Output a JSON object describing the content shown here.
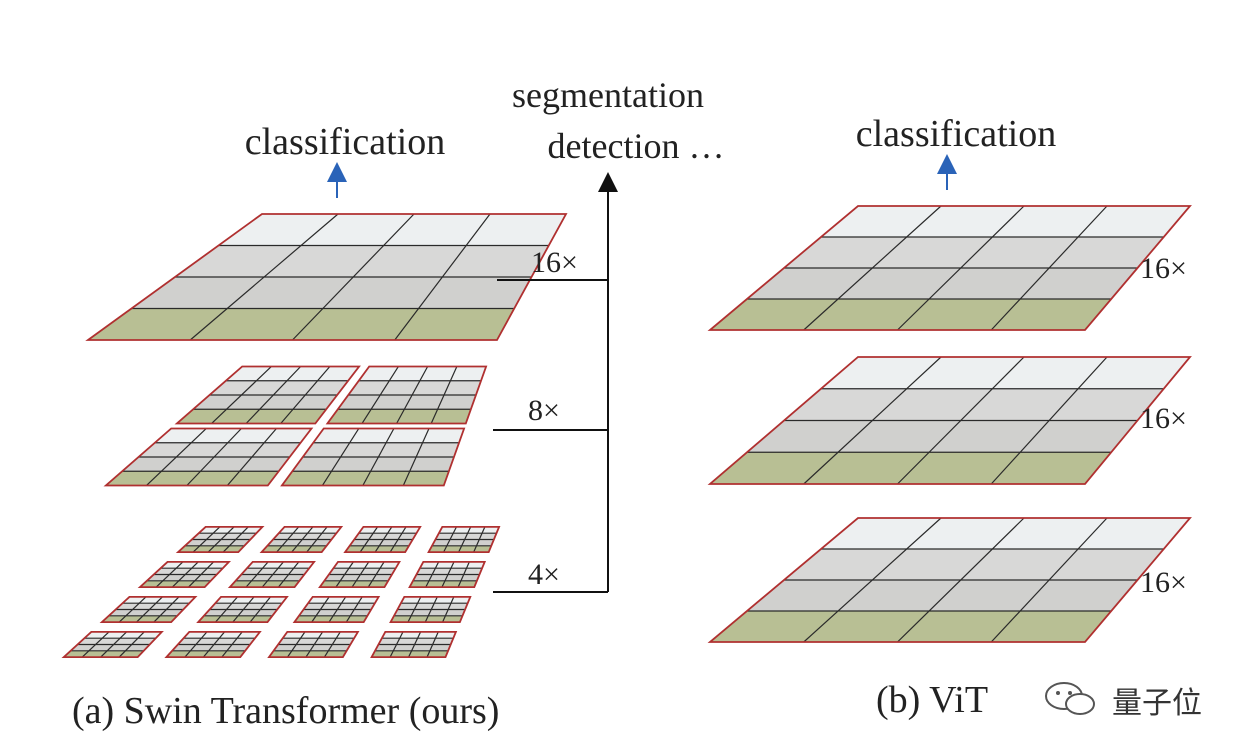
{
  "colors": {
    "patch_border": "#b03030",
    "grid_line": "#2a2a2a",
    "arrow_blue": "#2a63b8",
    "connector": "#111111",
    "text": "#222222",
    "tile_sky": "#dfe3e6",
    "tile_building": "#a9a9a6",
    "tile_foliage": "#9aa467"
  },
  "swin": {
    "caption": "(a) Swin Transformer (ours)",
    "head_label": "classification",
    "dense_label_line1": "segmentation",
    "dense_label_line2": "detection …",
    "stages": [
      {
        "downsample": "16×",
        "windows_per_side": 1,
        "patches_per_window_side": 4
      },
      {
        "downsample": "8×",
        "windows_per_side": 2,
        "patches_per_window_side": 4
      },
      {
        "downsample": "4×",
        "windows_per_side": 4,
        "patches_per_window_side": 4
      }
    ]
  },
  "vit": {
    "caption": "(b) ViT",
    "head_label": "classification",
    "stages": [
      {
        "downsample": "16×",
        "patches_per_side": 4
      },
      {
        "downsample": "16×",
        "patches_per_side": 4
      },
      {
        "downsample": "16×",
        "patches_per_side": 4
      }
    ]
  },
  "watermark": {
    "text": "量子位",
    "icon": "wechat-logo-icon"
  }
}
